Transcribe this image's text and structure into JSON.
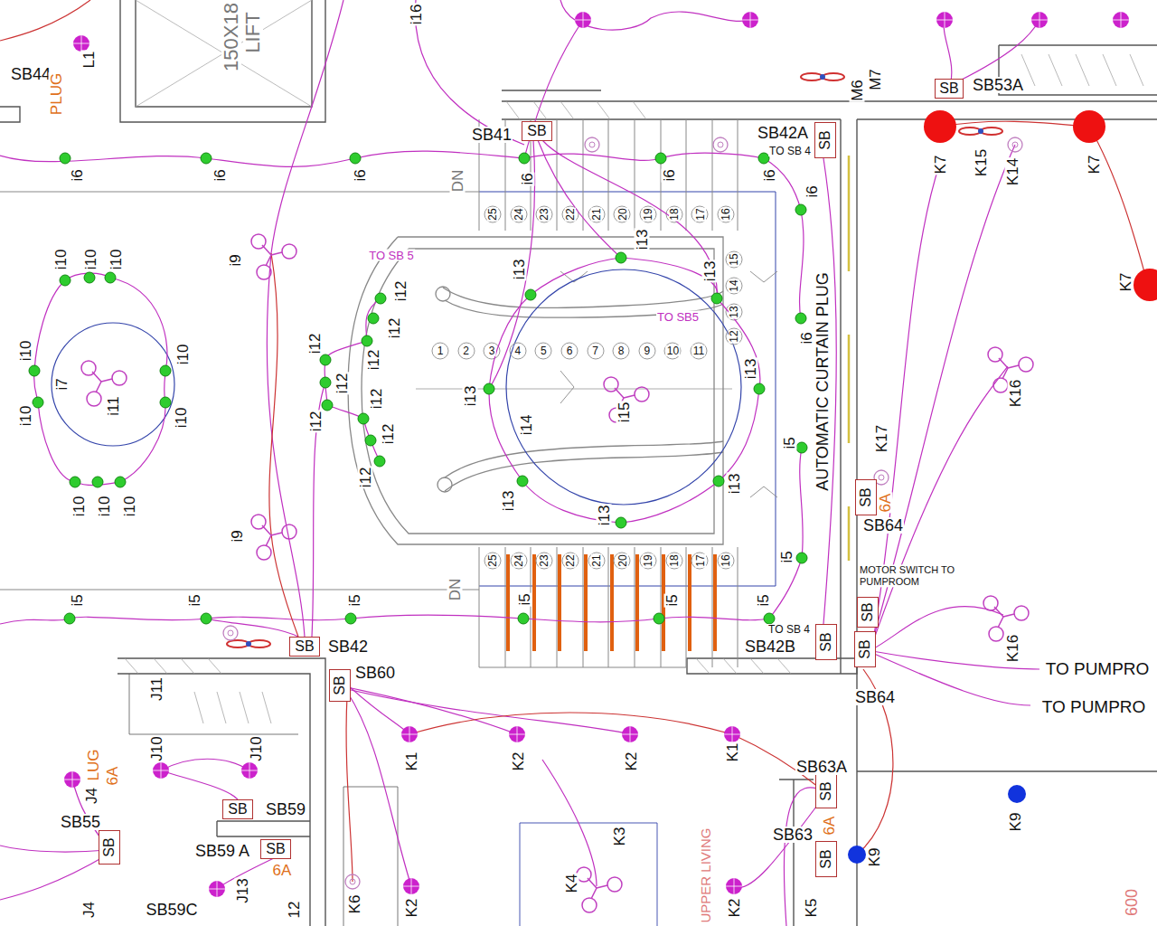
{
  "diagram": {
    "nodes": [
      {
        "text": [
          "SB",
          "SB53A"
        ]
      },
      {
        "text": [
          "SB",
          "SB41"
        ]
      },
      {
        "text": [
          "SB",
          "SB42A",
          "TO SB 4"
        ]
      },
      {
        "text": [
          "SB",
          "6A",
          "SB64"
        ]
      },
      {
        "text": [
          "SB",
          "MOTOR SWITCH TO PUMPROOM"
        ]
      },
      {
        "text": [
          "SB",
          "SB42"
        ]
      },
      {
        "text": [
          "SB",
          "SB42B",
          "TO SB 4"
        ]
      },
      {
        "text": [
          "SB",
          "SB64"
        ]
      },
      {
        "text": [
          "SB",
          "SB60"
        ]
      },
      {
        "text": [
          "SB",
          "SB63A"
        ]
      },
      {
        "text": [
          "SB",
          "SB59"
        ]
      },
      {
        "text": [
          "SB",
          "SB55"
        ]
      },
      {
        "text": [
          "SB",
          "6A",
          "SB63"
        ]
      },
      {
        "text": [
          "SB",
          "SB59 A"
        ]
      }
    ],
    "labels": [
      "i16",
      "SB44",
      "L1",
      "PLUG",
      "150X18",
      "LIFT",
      "M7",
      "M6",
      "i6",
      "i6",
      "i6",
      "i6",
      "i6",
      "i6",
      "i6",
      "i6",
      "K7",
      "K15",
      "K14",
      "K7",
      "K7",
      "25",
      "24",
      "23",
      "22",
      "21",
      "20",
      "19",
      "18",
      "17",
      "16",
      "DN",
      "i9",
      "i9",
      "i10",
      "i10",
      "i10",
      "i10",
      "i10",
      "i7",
      "i11",
      "i10",
      "i10",
      "i10",
      "i10",
      "i10",
      "TO SB 5",
      "TO SB5",
      "i12",
      "i12",
      "i12",
      "i12",
      "i12",
      "i12",
      "i12",
      "i12",
      "i12",
      "i13",
      "i13",
      "i13",
      "i13",
      "i13",
      "i13",
      "i13",
      "i13",
      "1",
      "2",
      "3",
      "4",
      "5",
      "6",
      "7",
      "8",
      "9",
      "10",
      "11",
      "12",
      "13",
      "14",
      "15",
      "i14",
      "i15",
      "AUTOMATIC CURTAIN PLUG",
      "i5",
      "i5",
      "K17",
      "K16",
      "25",
      "24",
      "23",
      "22",
      "21",
      "20",
      "19",
      "18",
      "17",
      "16",
      "DN",
      "i5",
      "i5",
      "i5",
      "i5",
      "i5",
      "i5",
      "K16",
      "TO PUMPRO",
      "TO PUMPRO",
      "J11",
      "J10",
      "J10",
      "K1",
      "K2",
      "K2",
      "K1",
      "LUG",
      "6A",
      "J4",
      "K3",
      "K9",
      "K9",
      "6A",
      "K4",
      "UPPER LIVING",
      "J13",
      "K6",
      "K2",
      "K2",
      "SB59C",
      "K5",
      "12",
      "J4",
      "600"
    ]
  }
}
